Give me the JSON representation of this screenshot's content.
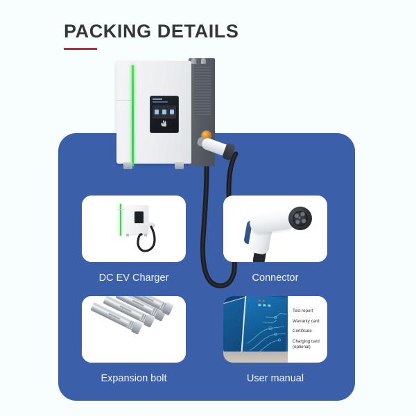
{
  "page": {
    "title": "PACKING DETAILS",
    "background_color": "#f8fdfd",
    "accent_rule_color": "#c0282d",
    "panel_color": "#3c5faa"
  },
  "hero": {
    "name": "dc-ev-charger-unit",
    "led_color": "#3ed455",
    "emergency_stop_color": "#e07b12",
    "screen": {
      "icon_count": 3,
      "rfid_glyph": "✋"
    }
  },
  "items": [
    {
      "id": "dc-ev-charger",
      "label": "DC EV Charger",
      "art": "charger-unit-thumbnail"
    },
    {
      "id": "connector",
      "label": "Connector",
      "art": "ev-connector-gun"
    },
    {
      "id": "expansion-bolt",
      "label": "Expansion bolt",
      "art": "metal-anchor-bolts"
    },
    {
      "id": "user-manual",
      "label": "User manual",
      "art": "manual-booklets",
      "documents": [
        "Test report",
        "Warranty card",
        "Certificate",
        "Charging card\n(optional)"
      ]
    }
  ]
}
